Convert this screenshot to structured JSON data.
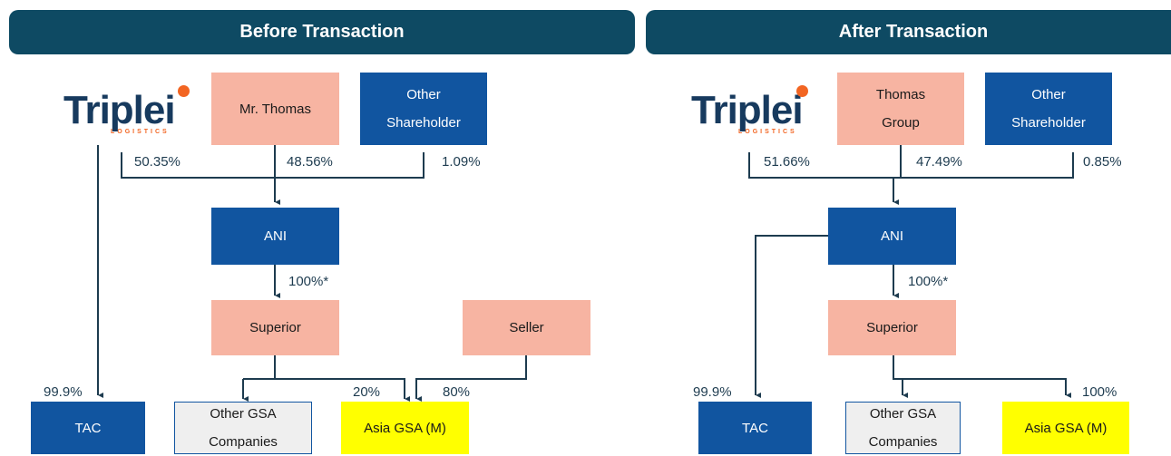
{
  "before": {
    "title": "Before Transaction",
    "logo": {
      "name": "Triplei",
      "sub": "LOGISTICS"
    },
    "holder1": "Mr. Thomas",
    "holder2_line1": "Other",
    "holder2_line2": "Shareholder",
    "pct_logo": "50.35%",
    "pct_holder1": "48.56%",
    "pct_holder2": "1.09%",
    "ani": "ANI",
    "pct_ani": "100%*",
    "superior": "Superior",
    "seller": "Seller",
    "pct_tac": "99.9%",
    "pct_superior_asia": "20%",
    "pct_seller_asia": "80%",
    "tac": "TAC",
    "gsa_line1": "Other GSA",
    "gsa_line2": "Companies",
    "asia": "Asia GSA (M)"
  },
  "after": {
    "title": "After Transaction",
    "logo": {
      "name": "Triplei",
      "sub": "LOGISTICS"
    },
    "holder1_line1": "Thomas",
    "holder1_line2": "Group",
    "holder2_line1": "Other",
    "holder2_line2": "Shareholder",
    "pct_logo": "51.66%",
    "pct_holder1": "47.49%",
    "pct_holder2": "0.85%",
    "ani": "ANI",
    "pct_ani": "100%*",
    "superior": "Superior",
    "pct_tac": "99.9%",
    "pct_asia": "100%",
    "tac": "TAC",
    "gsa_line1": "Other GSA",
    "gsa_line2": "Companies",
    "asia": "Asia GSA (M)"
  },
  "colors": {
    "header": "#0e4a63",
    "blue_box": "#1155a0",
    "salmon_box": "#f7b4a2",
    "grey_box": "#efefef",
    "yellow_box": "#ffff00",
    "line": "#1d3b4f",
    "logo_accent": "#f26522"
  }
}
